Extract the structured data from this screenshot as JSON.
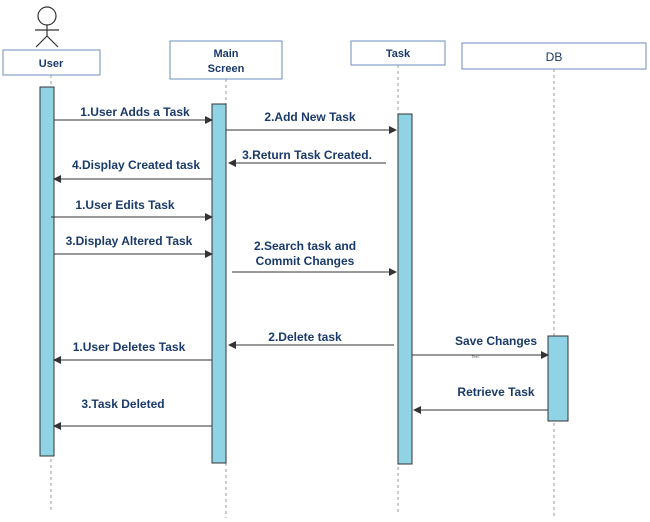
{
  "participants": {
    "user": "User",
    "main_line1": "Main",
    "main_line2": "Screen",
    "task": "Task",
    "db": "DB"
  },
  "messages": {
    "m1": "1.User Adds a Task",
    "m2": "2.Add New Task",
    "m3": "3.Return Task Created.",
    "m4": "4.Display Created task",
    "m5": "1.User Edits Task",
    "m6": "3.Display Altered Task",
    "m7_line1": "2.Search task and",
    "m7_line2": "Commit Changes",
    "m8": "2.Delete task",
    "m9": "Save Changes",
    "m9_small": "Text",
    "m10": "1.User Deletes Task",
    "m11": "Retrieve Task",
    "m12": "3.Task Deleted"
  },
  "colors": {
    "header_border": "#6c8ebf",
    "activation_fill": "#8fd3e4",
    "activation_border": "#333333",
    "lifeline": "#999999",
    "arrow": "#333333",
    "text": "#1a3a6b"
  }
}
